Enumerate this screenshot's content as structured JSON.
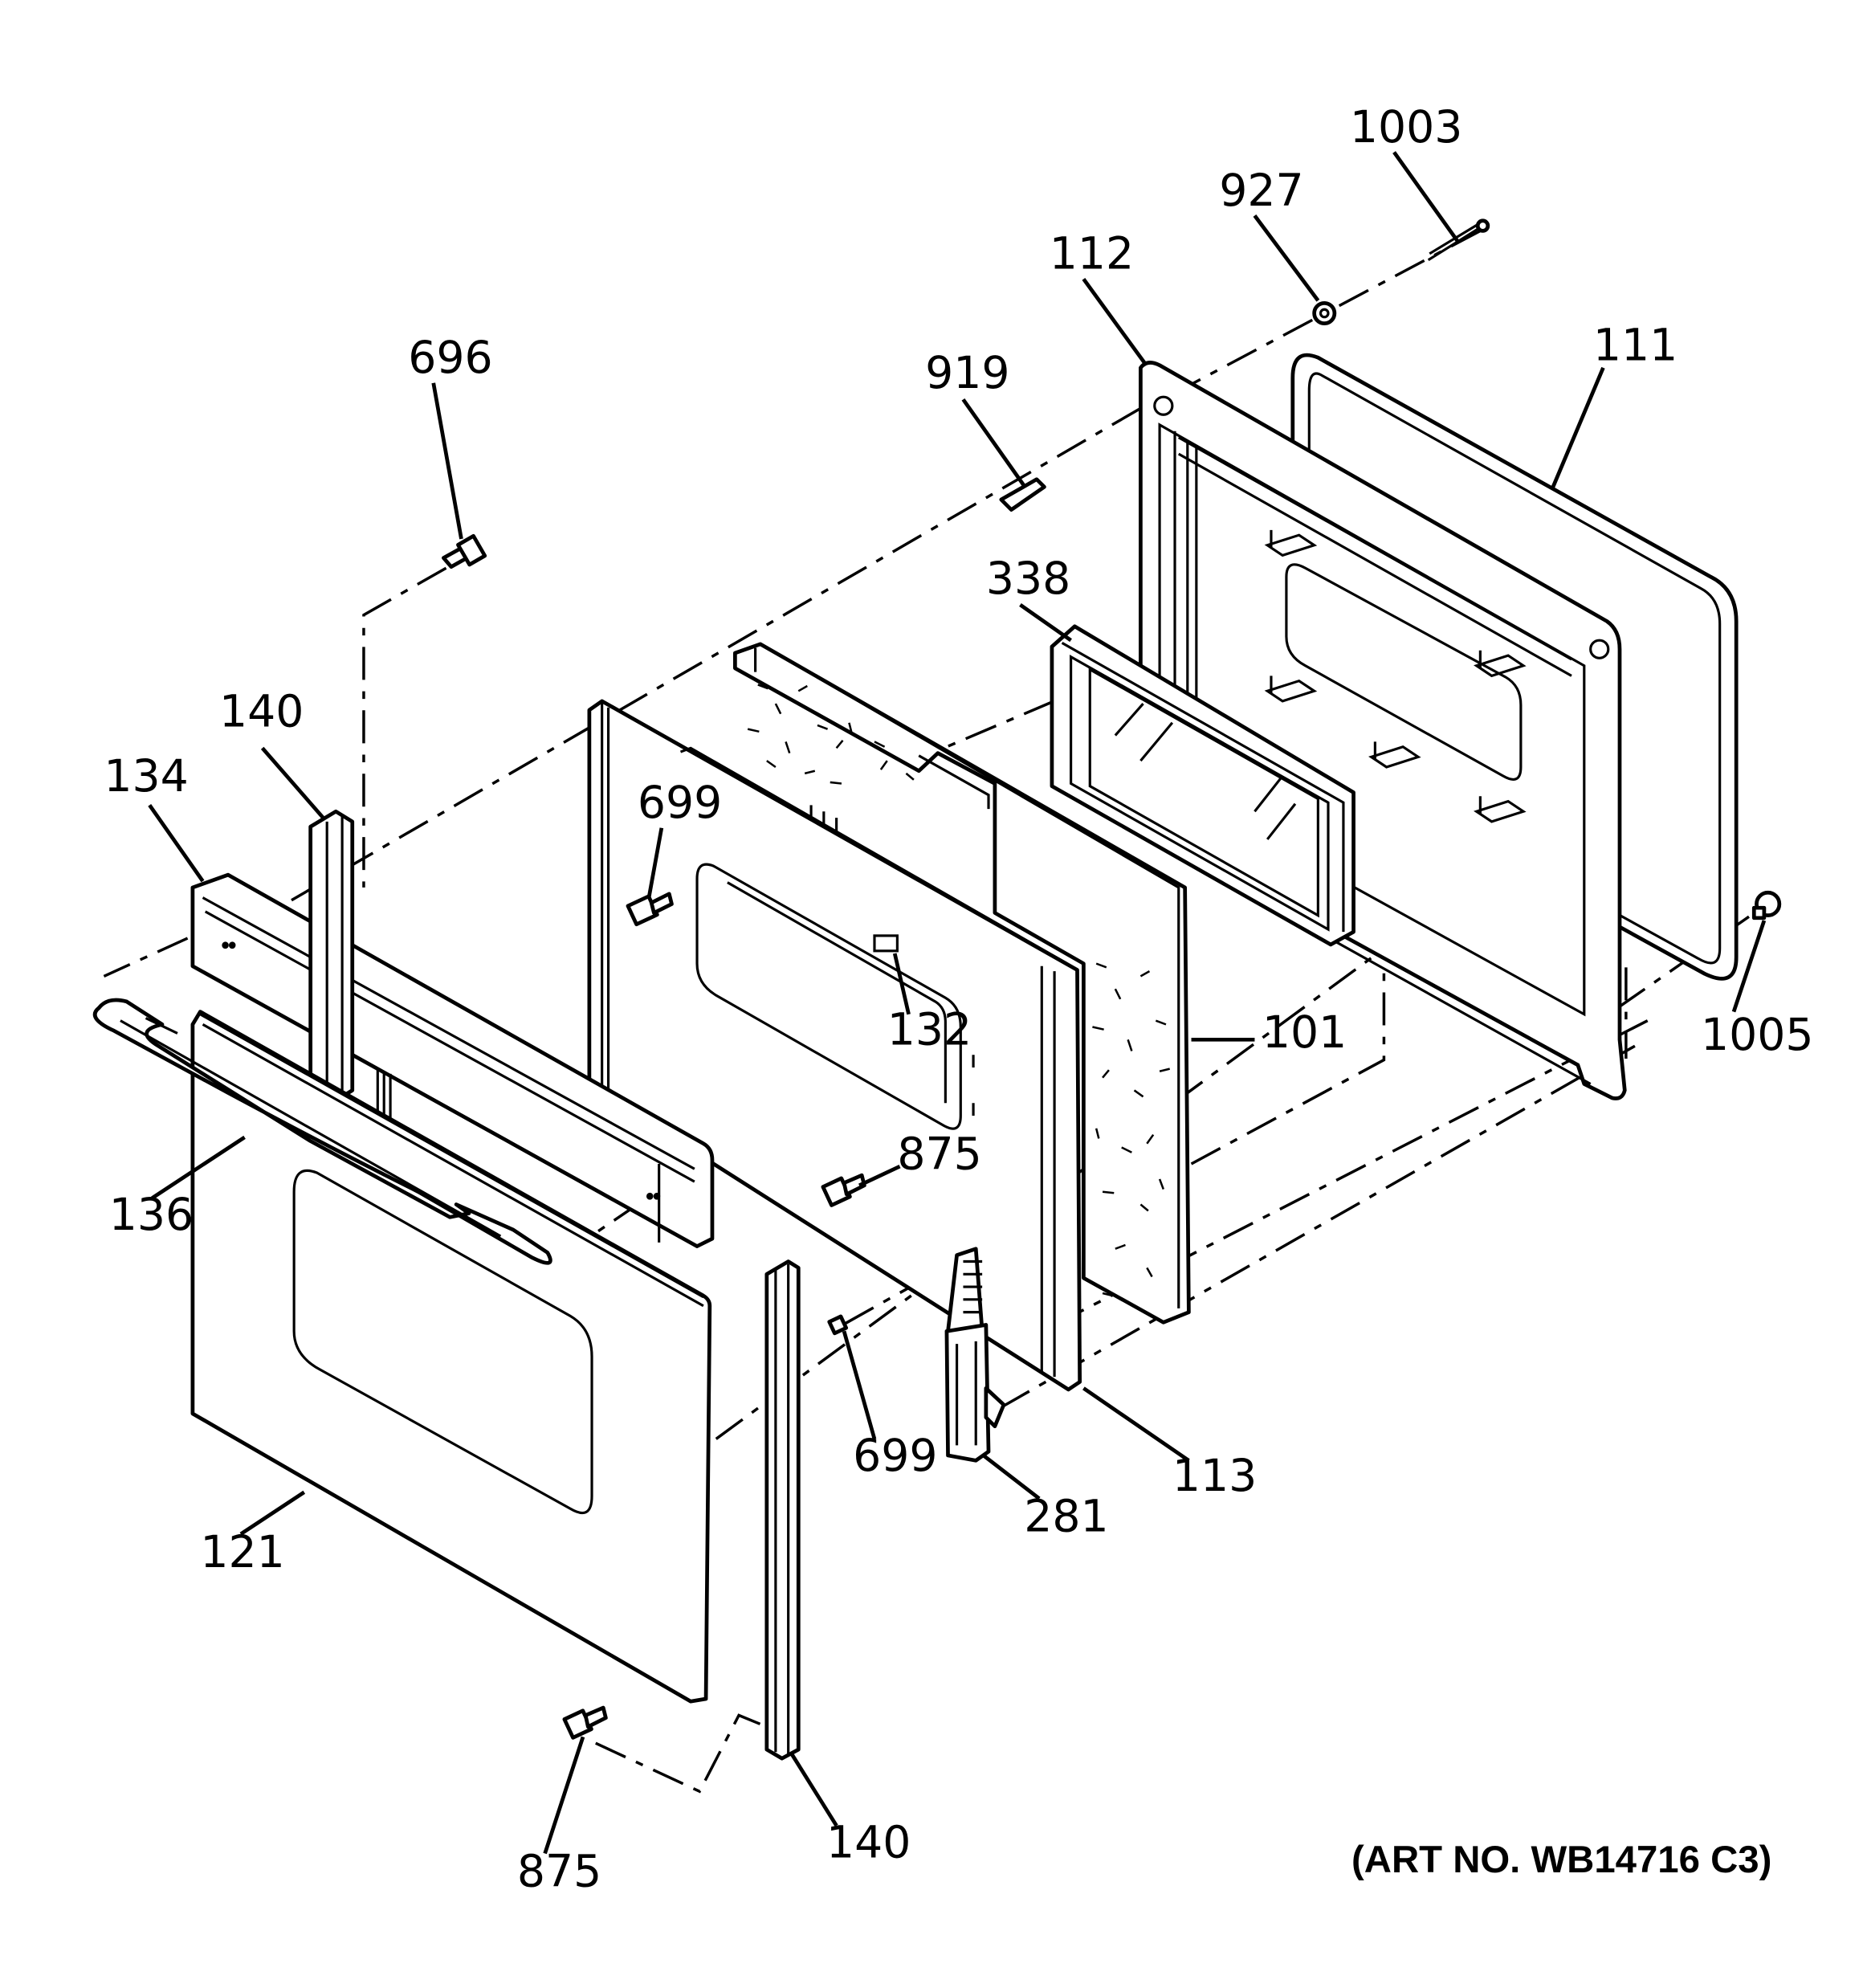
{
  "art_number": "(ART NO. WB14716 C3)",
  "parts": [
    {
      "id": "p1003",
      "number": "1003"
    },
    {
      "id": "p927",
      "number": "927"
    },
    {
      "id": "p112",
      "number": "112"
    },
    {
      "id": "p111",
      "number": "111"
    },
    {
      "id": "p919",
      "number": "919"
    },
    {
      "id": "p696",
      "number": "696"
    },
    {
      "id": "p338",
      "number": "338"
    },
    {
      "id": "p140a",
      "number": "140"
    },
    {
      "id": "p134",
      "number": "134"
    },
    {
      "id": "p699a",
      "number": "699"
    },
    {
      "id": "p132",
      "number": "132"
    },
    {
      "id": "p101",
      "number": "101"
    },
    {
      "id": "p1005",
      "number": "1005"
    },
    {
      "id": "p136",
      "number": "136"
    },
    {
      "id": "p875a",
      "number": "875"
    },
    {
      "id": "p699b",
      "number": "699"
    },
    {
      "id": "p113",
      "number": "113"
    },
    {
      "id": "p281",
      "number": "281"
    },
    {
      "id": "p121",
      "number": "121"
    },
    {
      "id": "p875b",
      "number": "875"
    },
    {
      "id": "p140b",
      "number": "140"
    }
  ]
}
